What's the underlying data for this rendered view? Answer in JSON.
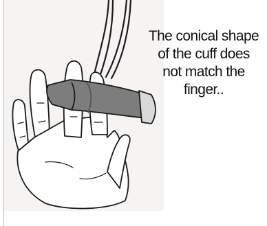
{
  "caption": {
    "lines": [
      "The conical shape",
      "of the cuff does",
      "not match the",
      "finger.."
    ]
  },
  "colors": {
    "background": "#ffffff",
    "illustration_background": "#f6f3f3",
    "cuff": "#7d7d7d",
    "outline": "#1a1a1a"
  },
  "icons": {
    "illustration": "hand-with-finger-cuff-drawing"
  }
}
